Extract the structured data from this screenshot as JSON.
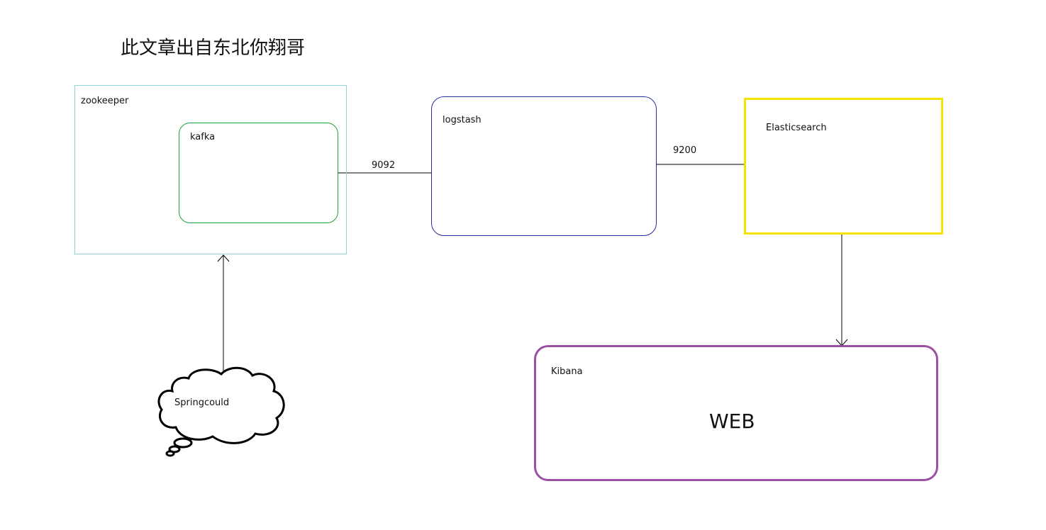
{
  "title": "此文章出自东北你翔哥",
  "nodes": {
    "zookeeper": "zookeeper",
    "kafka": "kafka",
    "logstash": "logstash",
    "elasticsearch": "Elasticsearch",
    "kibana": "Kibana",
    "web": "WEB",
    "springcould": "Springcould"
  },
  "edges": {
    "kafka_logstash_port": "9092",
    "logstash_es_port": "9200"
  },
  "colors": {
    "zookeeper": "#8fd3dc",
    "kafka": "#22a040",
    "logstash": "#2a2fa0",
    "elasticsearch": "#f5e400",
    "kibana": "#9b4fa5"
  }
}
